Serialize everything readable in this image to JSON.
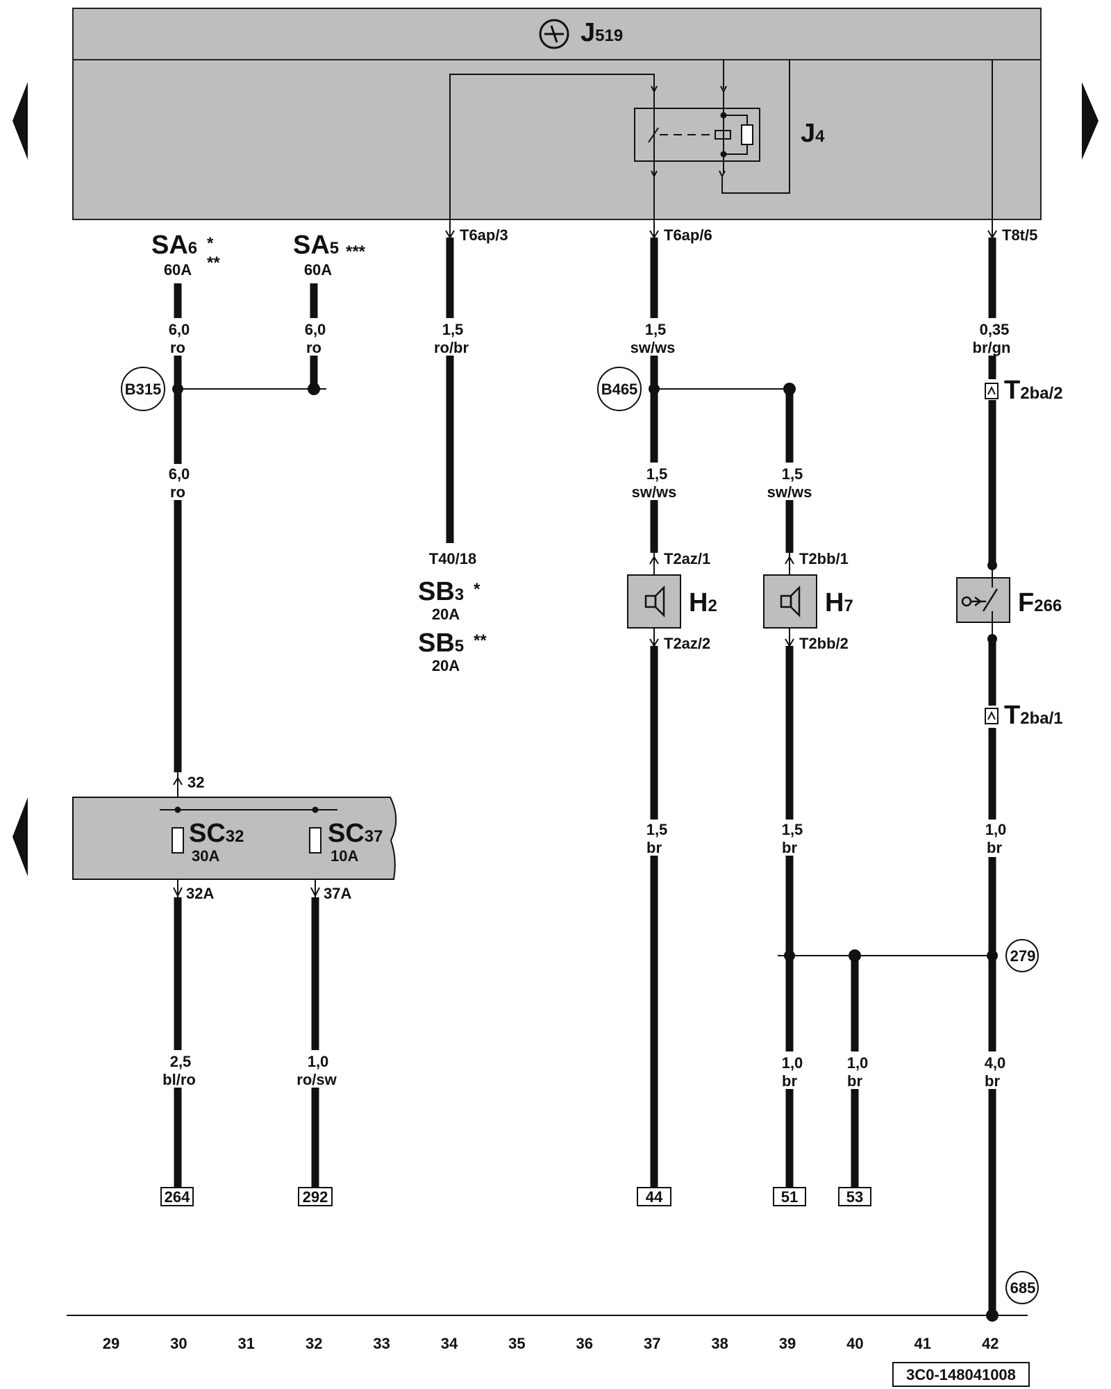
{
  "modules": {
    "j519": {
      "letter": "J",
      "sub": "519"
    },
    "j4": {
      "letter": "J",
      "sub": "4"
    }
  },
  "connectors": {
    "t6ap3": "T6ap/3",
    "t6ap6": "T6ap/6",
    "t8t5": "T8t/5",
    "t40_18": "T40/18",
    "t2az1": "T2az/1",
    "t2az2": "T2az/2",
    "t2bb1": "T2bb/1",
    "t2bb2": "T2bb/2",
    "t2ba2": {
      "letter": "T",
      "sub": "2ba/2"
    },
    "t2ba1": {
      "letter": "T",
      "sub": "2ba/1"
    },
    "pin32": "32",
    "pin32a": "32A",
    "pin37a": "37A"
  },
  "fuses": {
    "sa6": {
      "letter": "SA",
      "sub": "6",
      "mark": "*",
      "mark2": "**",
      "rating": "60A"
    },
    "sa5": {
      "letter": "SA",
      "sub": "5",
      "mark": "***",
      "rating": "60A"
    },
    "sb3": {
      "letter": "SB",
      "sub": "3",
      "mark": "*",
      "rating": "20A"
    },
    "sb5": {
      "letter": "SB",
      "sub": "5",
      "mark": "**",
      "rating": "20A"
    },
    "sc32": {
      "letter": "SC",
      "sub": "32",
      "rating": "30A"
    },
    "sc37": {
      "letter": "SC",
      "sub": "37",
      "rating": "10A"
    }
  },
  "components": {
    "h2": {
      "letter": "H",
      "sub": "2"
    },
    "h7": {
      "letter": "H",
      "sub": "7"
    },
    "f266": {
      "letter": "F",
      "sub": "266"
    }
  },
  "wires": {
    "w1": {
      "size": "6,0",
      "color": "ro"
    },
    "w2": {
      "size": "6,0",
      "color": "ro"
    },
    "w3": {
      "size": "6,0",
      "color": "ro"
    },
    "w4": {
      "size": "1,5",
      "color": "ro/br"
    },
    "w5": {
      "size": "1,5",
      "color": "sw/ws"
    },
    "w6": {
      "size": "1,5",
      "color": "sw/ws"
    },
    "w7": {
      "size": "1,5",
      "color": "sw/ws"
    },
    "w8": {
      "size": "0,35",
      "color": "br/gn"
    },
    "w9": {
      "size": "1,5",
      "color": "br"
    },
    "w10": {
      "size": "1,5",
      "color": "br"
    },
    "w11": {
      "size": "1,0",
      "color": "br"
    },
    "w12": {
      "size": "2,5",
      "color": "bl/ro"
    },
    "w13": {
      "size": "1,0",
      "color": "ro/sw"
    },
    "w14": {
      "size": "1,0",
      "color": "br"
    },
    "w15": {
      "size": "1,0",
      "color": "br"
    },
    "w16": {
      "size": "4,0",
      "color": "br"
    }
  },
  "junctions": {
    "b315": "B315",
    "b465": "B465",
    "g279": "279",
    "g685": "685"
  },
  "references": {
    "r264": "264",
    "r292": "292",
    "r44": "44",
    "r51": "51",
    "r53": "53"
  },
  "track_numbers": [
    "29",
    "30",
    "31",
    "32",
    "33",
    "34",
    "35",
    "36",
    "37",
    "38",
    "39",
    "40",
    "41",
    "42"
  ],
  "document_id": "3C0-148041008"
}
